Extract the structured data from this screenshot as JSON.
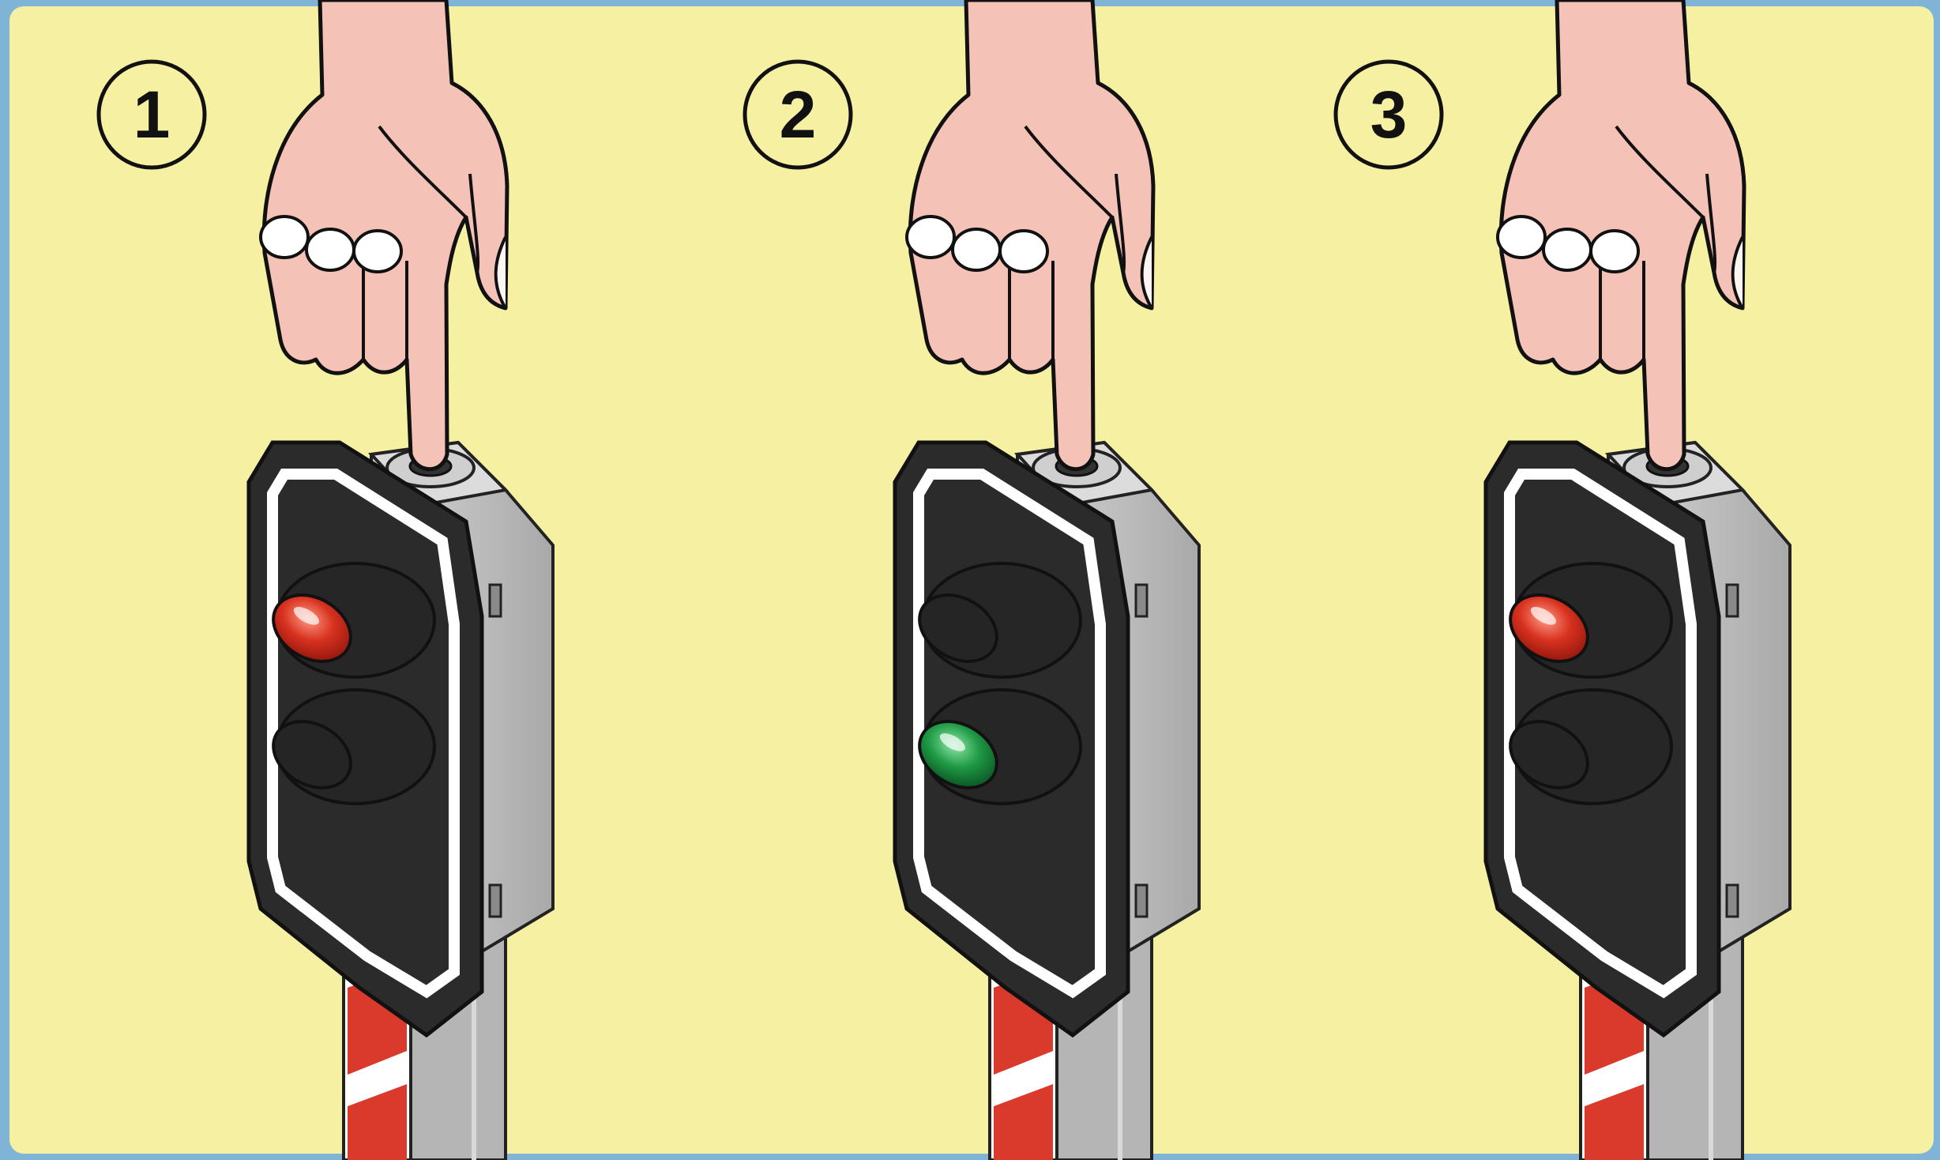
{
  "colors": {
    "frame": "#7fb4d6",
    "background": "#f6f0a2",
    "signal_head": "#2b2b2b",
    "signal_border": "#ffffff",
    "housing": "#b9b9b9",
    "skin": "#f5c2b8",
    "lamp_red": "#d8321f",
    "lamp_green": "#1f9a45",
    "lamp_off": "#252525",
    "post_red": "#d93a2b",
    "post_white": "#ffffff"
  },
  "steps": [
    {
      "number": "1",
      "top_lamp": "red",
      "bottom_lamp": "off"
    },
    {
      "number": "2",
      "top_lamp": "off",
      "bottom_lamp": "green"
    },
    {
      "number": "3",
      "top_lamp": "red",
      "bottom_lamp": "off"
    }
  ],
  "icons": {
    "hand": "pointing-hand-icon",
    "signal": "railway-signal-icon"
  }
}
